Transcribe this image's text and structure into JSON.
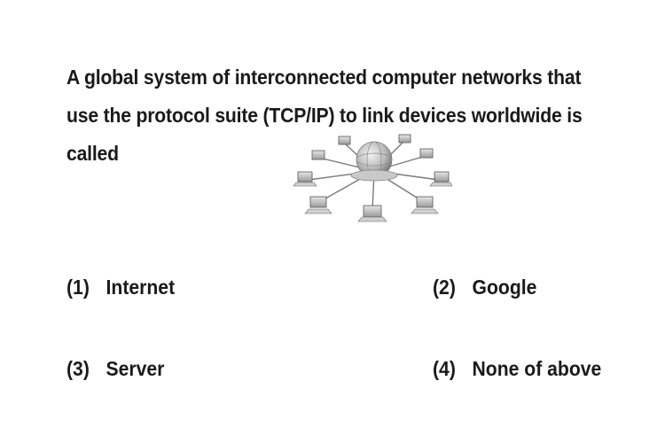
{
  "question": {
    "lines": [
      "A global system of interconnected computer networks that",
      "use the protocol suite (TCP/IP) to link devices worldwide is",
      "called"
    ]
  },
  "illustration": {
    "icon": "network-globe-computers-icon"
  },
  "options": [
    {
      "number": "(1)",
      "text": "Internet"
    },
    {
      "number": "(2)",
      "text": "Google"
    },
    {
      "number": "(3)",
      "text": "Server"
    },
    {
      "number": "(4)",
      "text": "None of above"
    }
  ]
}
